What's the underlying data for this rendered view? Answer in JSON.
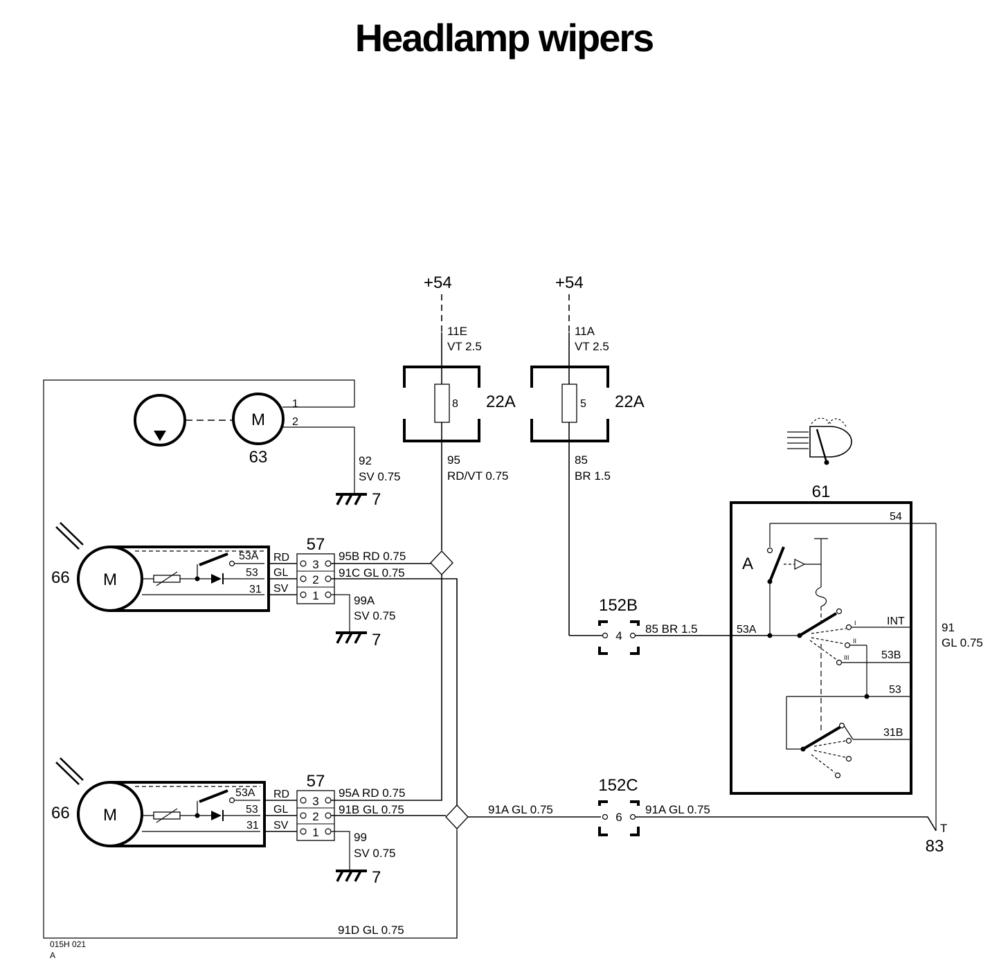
{
  "title": "Headlamp wipers",
  "footer": {
    "code": "015H 021",
    "rev": "A"
  },
  "power": [
    "+54",
    "+54"
  ],
  "fuses": [
    {
      "wire": "11E",
      "spec": "VT 2.5",
      "number": "8",
      "ref": "22A",
      "out_wire": "95",
      "out_spec": "RD/VT 0.75"
    },
    {
      "wire": "11A",
      "spec": "VT 2.5",
      "number": "5",
      "ref": "22A",
      "out_wire": "85",
      "out_spec": "BR 1.5"
    }
  ],
  "pump_motor": {
    "ref": "63",
    "motor": "M",
    "pin1": "1",
    "pin2": "2",
    "ground_wire": "92",
    "ground_spec": "SV 0.75",
    "ground_ref": "7"
  },
  "wiper_motors": [
    {
      "ref": "66",
      "motor": "M",
      "connector": "57",
      "pins": [
        {
          "term": "53A",
          "color": "RD",
          "num": "3",
          "wire": "95B RD 0.75"
        },
        {
          "term": "53",
          "color": "GL",
          "num": "2",
          "wire": "91C GL 0.75"
        },
        {
          "term": "31",
          "color": "SV",
          "num": "1",
          "wire_id": "99A",
          "wire_spec": "SV 0.75"
        }
      ],
      "ground_ref": "7"
    },
    {
      "ref": "66",
      "motor": "M",
      "connector": "57",
      "pins": [
        {
          "term": "53A",
          "color": "RD",
          "num": "3",
          "wire": "95A RD 0.75"
        },
        {
          "term": "53",
          "color": "GL",
          "num": "2",
          "wire": "91B GL 0.75"
        },
        {
          "term": "31",
          "color": "SV",
          "num": "1",
          "wire_id": "99",
          "wire_spec": "SV 0.75"
        }
      ],
      "ground_ref": "7"
    }
  ],
  "connectors": [
    {
      "ref": "152B",
      "pin": "4",
      "wire_out": "85 BR 1.5"
    },
    {
      "ref": "152C",
      "pin": "6",
      "wire_in": "91A GL 0.75",
      "wire_out": "91A GL 0.75"
    }
  ],
  "switch": {
    "ref": "61",
    "contact_label": "A",
    "terminals": {
      "t54": "54",
      "t53A": "53A",
      "int": "INT",
      "t53B": "53B",
      "t53": "53",
      "t31B": "31B"
    },
    "positions": {
      "p1": "I",
      "p2": "II",
      "p3": "III"
    }
  },
  "output": {
    "wire": "91",
    "spec": "GL 0.75",
    "term": "T",
    "ref": "83"
  },
  "bottom_wire": "91D GL 0.75"
}
